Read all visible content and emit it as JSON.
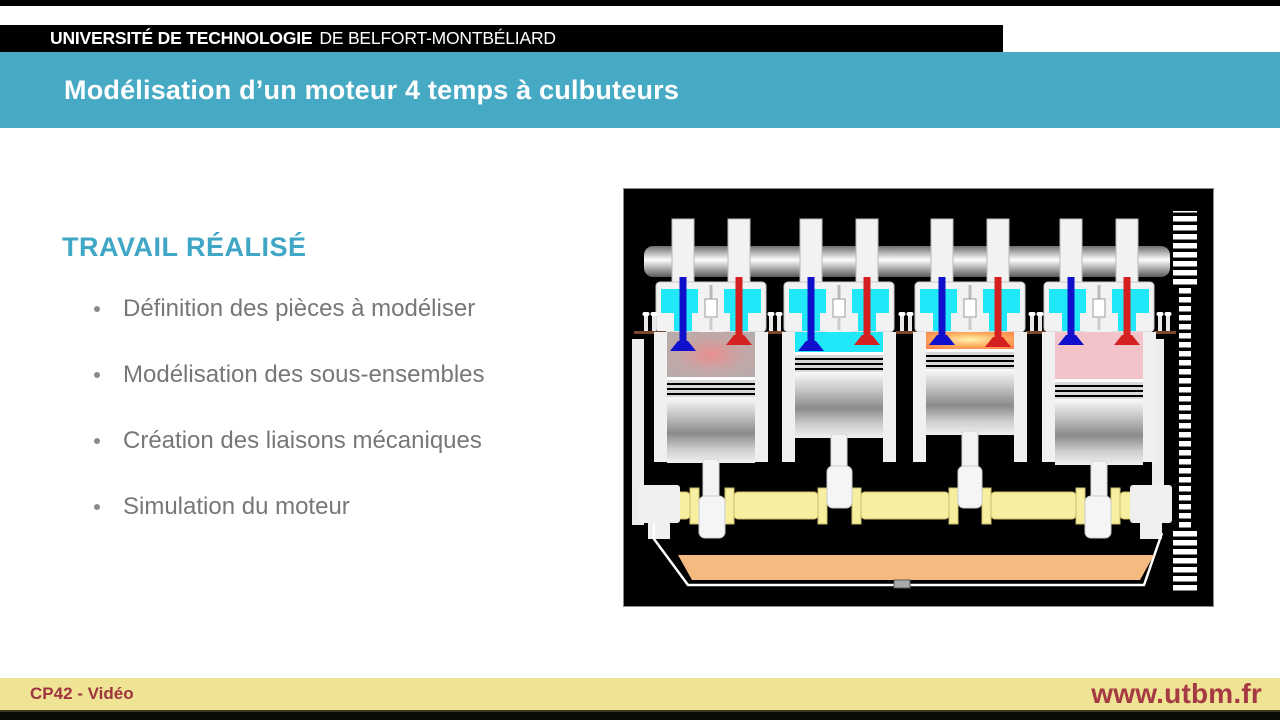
{
  "topbar": {
    "university_bold": "UNIVERSITÉ DE TECHNOLOGIE",
    "university_rest": "DE BELFORT-MONTBÉLIARD"
  },
  "slide": {
    "title": "Modélisation d’un moteur 4 temps à culbuteurs",
    "section_title": "TRAVAIL RÉALISÉ",
    "bullets": [
      "Définition des pièces à modéliser",
      "Modélisation des sous-ensembles",
      "Création des liaisons mécaniques",
      "Simulation du moteur"
    ]
  },
  "footer": {
    "course": "CP42 - Vidéo",
    "site": "www.utbm.fr"
  },
  "colors": {
    "accent_teal": "#47AAC5",
    "section_title_teal": "#3FA6C5",
    "body_text_gray": "#777779",
    "footer_yellow": "#EFE394",
    "footer_maroon": "#9E3440",
    "intake_valve_blue": "#1010CC",
    "exhaust_valve_red": "#D42020",
    "coolant_cyan": "#20E8F8",
    "combustion_orange": "#FF7040",
    "crankshaft_yellow": "#F6EFA0",
    "oil_pan_orange": "#F5BA80"
  }
}
